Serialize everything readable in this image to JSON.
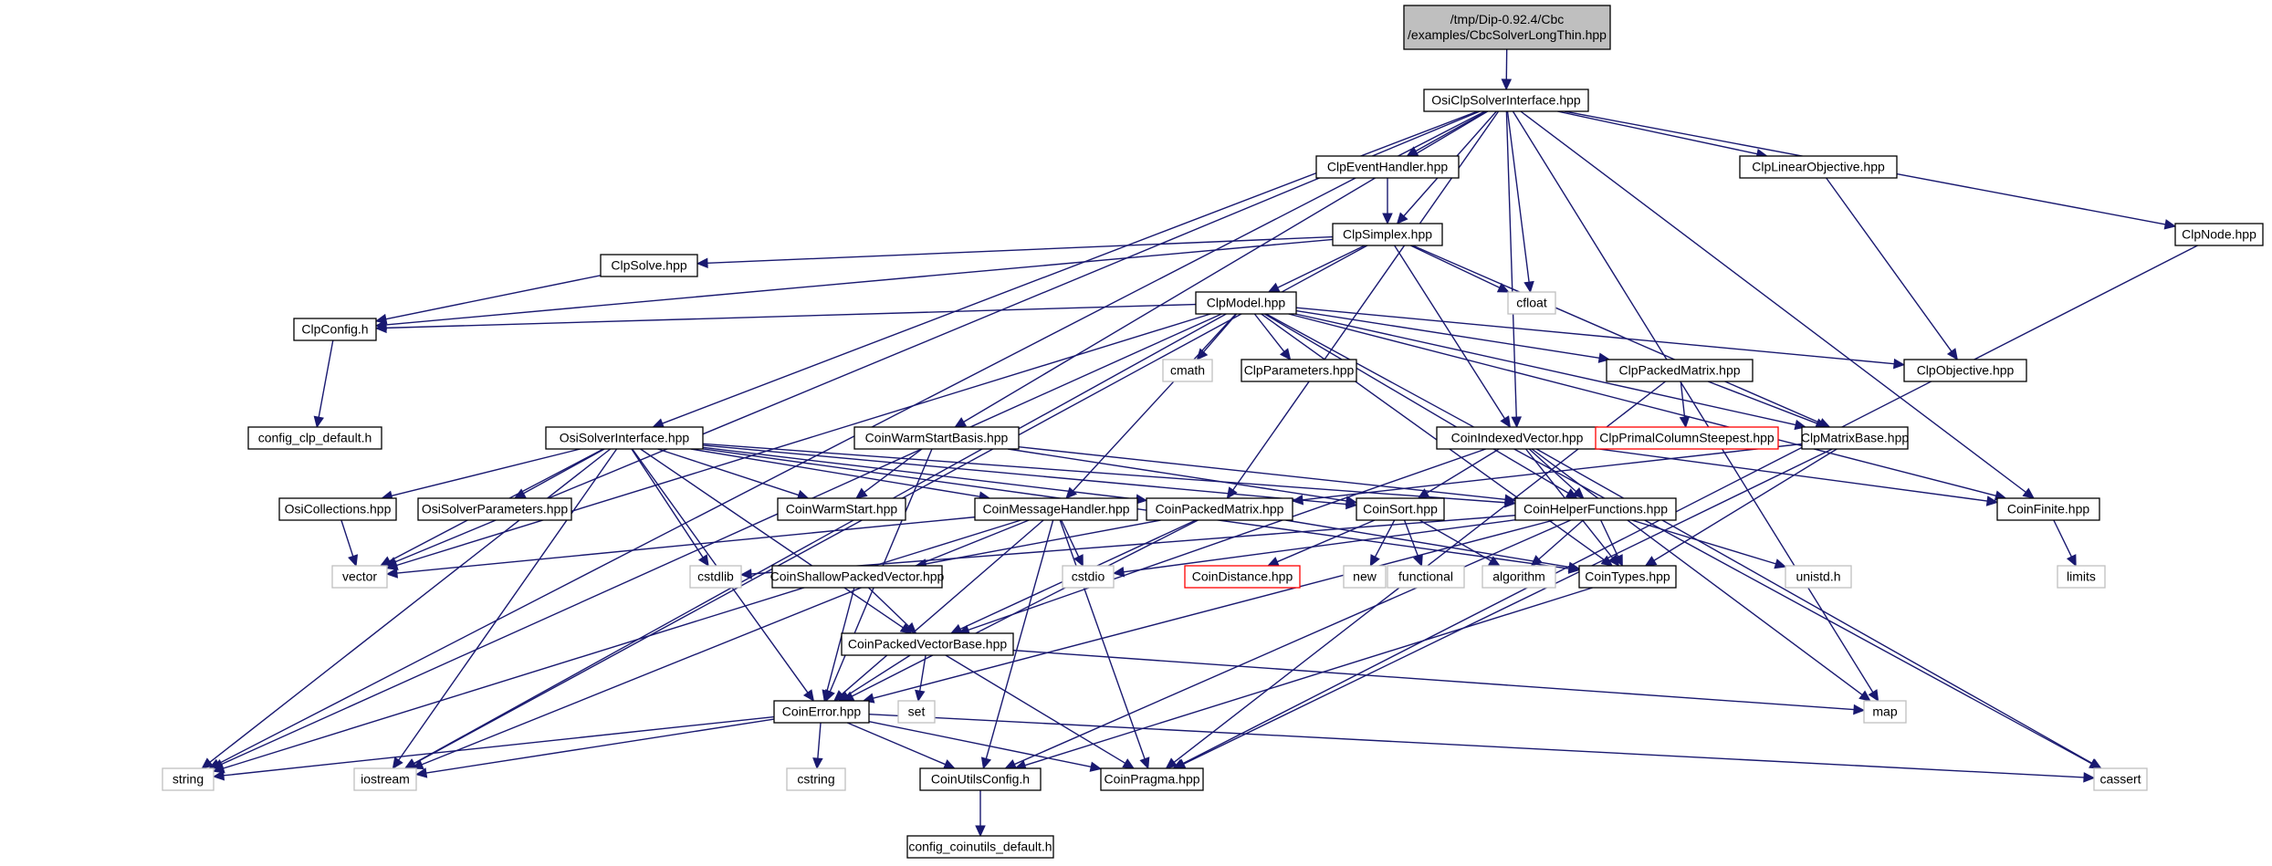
{
  "colors": {
    "edge": "#191970",
    "node_border": "#000000",
    "external_border": "#bfbfbf",
    "missing_border": "#ff0000",
    "root_fill": "#bfbfbf",
    "node_fill": "#ffffff",
    "text": "#000000"
  },
  "nodes": [
    {
      "id": "root",
      "label": [
        "/tmp/Dip-0.92.4/Cbc",
        "/examples/CbcSolverLongThin.hpp"
      ],
      "kind": "root"
    },
    {
      "id": "osiclp",
      "label": [
        "OsiClpSolverInterface.hpp"
      ],
      "kind": "file"
    },
    {
      "id": "clpevent",
      "label": [
        "ClpEventHandler.hpp"
      ],
      "kind": "file"
    },
    {
      "id": "clplinobj",
      "label": [
        "ClpLinearObjective.hpp"
      ],
      "kind": "file"
    },
    {
      "id": "clpnode",
      "label": [
        "ClpNode.hpp"
      ],
      "kind": "file"
    },
    {
      "id": "clpsimplex",
      "label": [
        "ClpSimplex.hpp"
      ],
      "kind": "file"
    },
    {
      "id": "clpsolve",
      "label": [
        "ClpSolve.hpp"
      ],
      "kind": "file"
    },
    {
      "id": "cfloat",
      "label": [
        "cfloat"
      ],
      "kind": "external"
    },
    {
      "id": "clpmodel",
      "label": [
        "ClpModel.hpp"
      ],
      "kind": "file"
    },
    {
      "id": "clpconfig",
      "label": [
        "ClpConfig.h"
      ],
      "kind": "file"
    },
    {
      "id": "cmath",
      "label": [
        "cmath"
      ],
      "kind": "external"
    },
    {
      "id": "clpparams",
      "label": [
        "ClpParameters.hpp"
      ],
      "kind": "file"
    },
    {
      "id": "clppacked",
      "label": [
        "ClpPackedMatrix.hpp"
      ],
      "kind": "file"
    },
    {
      "id": "clpobj",
      "label": [
        "ClpObjective.hpp"
      ],
      "kind": "file"
    },
    {
      "id": "configclp",
      "label": [
        "config_clp_default.h"
      ],
      "kind": "file"
    },
    {
      "id": "osisolver",
      "label": [
        "OsiSolverInterface.hpp"
      ],
      "kind": "file"
    },
    {
      "id": "coinwsb",
      "label": [
        "CoinWarmStartBasis.hpp"
      ],
      "kind": "file"
    },
    {
      "id": "coinidx",
      "label": [
        "CoinIndexedVector.hpp"
      ],
      "kind": "file"
    },
    {
      "id": "clpprimal",
      "label": [
        "ClpPrimalColumnSteepest.hpp"
      ],
      "kind": "missing"
    },
    {
      "id": "clpmatbase",
      "label": [
        "ClpMatrixBase.hpp"
      ],
      "kind": "file"
    },
    {
      "id": "osicoll",
      "label": [
        "OsiCollections.hpp"
      ],
      "kind": "file"
    },
    {
      "id": "osiparams",
      "label": [
        "OsiSolverParameters.hpp"
      ],
      "kind": "file"
    },
    {
      "id": "coinws",
      "label": [
        "CoinWarmStart.hpp"
      ],
      "kind": "file"
    },
    {
      "id": "coinmsg",
      "label": [
        "CoinMessageHandler.hpp"
      ],
      "kind": "file"
    },
    {
      "id": "coinpm",
      "label": [
        "CoinPackedMatrix.hpp"
      ],
      "kind": "file"
    },
    {
      "id": "coinsort",
      "label": [
        "CoinSort.hpp"
      ],
      "kind": "file"
    },
    {
      "id": "coinhelper",
      "label": [
        "CoinHelperFunctions.hpp"
      ],
      "kind": "file"
    },
    {
      "id": "coinfinite",
      "label": [
        "CoinFinite.hpp"
      ],
      "kind": "file"
    },
    {
      "id": "vector",
      "label": [
        "vector"
      ],
      "kind": "external"
    },
    {
      "id": "cstdlib",
      "label": [
        "cstdlib"
      ],
      "kind": "external"
    },
    {
      "id": "coinspv",
      "label": [
        "CoinShallowPackedVector.hpp"
      ],
      "kind": "file"
    },
    {
      "id": "cstdio",
      "label": [
        "cstdio"
      ],
      "kind": "external"
    },
    {
      "id": "coindist",
      "label": [
        "CoinDistance.hpp"
      ],
      "kind": "missing"
    },
    {
      "id": "new",
      "label": [
        "new"
      ],
      "kind": "external"
    },
    {
      "id": "functional",
      "label": [
        "functional"
      ],
      "kind": "external"
    },
    {
      "id": "algorithm",
      "label": [
        "algorithm"
      ],
      "kind": "external"
    },
    {
      "id": "cointypes",
      "label": [
        "CoinTypes.hpp"
      ],
      "kind": "file"
    },
    {
      "id": "unistd",
      "label": [
        "unistd.h"
      ],
      "kind": "external"
    },
    {
      "id": "limits",
      "label": [
        "limits"
      ],
      "kind": "external"
    },
    {
      "id": "coinpvb",
      "label": [
        "CoinPackedVectorBase.hpp"
      ],
      "kind": "file"
    },
    {
      "id": "set",
      "label": [
        "set"
      ],
      "kind": "external"
    },
    {
      "id": "map",
      "label": [
        "map"
      ],
      "kind": "external"
    },
    {
      "id": "coinerror",
      "label": [
        "CoinError.hpp"
      ],
      "kind": "file"
    },
    {
      "id": "string",
      "label": [
        "string"
      ],
      "kind": "external"
    },
    {
      "id": "iostream",
      "label": [
        "iostream"
      ],
      "kind": "external"
    },
    {
      "id": "cstring",
      "label": [
        "cstring"
      ],
      "kind": "external"
    },
    {
      "id": "coinutilsconfig",
      "label": [
        "CoinUtilsConfig.h"
      ],
      "kind": "file"
    },
    {
      "id": "coinpragma",
      "label": [
        "CoinPragma.hpp"
      ],
      "kind": "file"
    },
    {
      "id": "cassert",
      "label": [
        "cassert"
      ],
      "kind": "external"
    },
    {
      "id": "configcoin",
      "label": [
        "config_coinutils_default.h"
      ],
      "kind": "file"
    }
  ],
  "edges": [
    [
      "root",
      "osiclp"
    ],
    [
      "osiclp",
      "clpevent"
    ],
    [
      "osiclp",
      "clplinobj"
    ],
    [
      "osiclp",
      "clpnode"
    ],
    [
      "osiclp",
      "clpsimplex"
    ],
    [
      "osiclp",
      "cfloat"
    ],
    [
      "osiclp",
      "coinidx"
    ],
    [
      "osiclp",
      "coinfinite"
    ],
    [
      "osiclp",
      "map"
    ],
    [
      "osiclp",
      "string"
    ],
    [
      "osiclp",
      "osisolver"
    ],
    [
      "osiclp",
      "coinwsb"
    ],
    [
      "osiclp",
      "coinpm"
    ],
    [
      "osiclp",
      "vector"
    ],
    [
      "clpevent",
      "clpsimplex"
    ],
    [
      "clplinobj",
      "clpobj"
    ],
    [
      "clpnode",
      "coinpragma"
    ],
    [
      "clpsimplex",
      "clpmodel"
    ],
    [
      "clpsimplex",
      "clpsolve"
    ],
    [
      "clpsimplex",
      "cfloat"
    ],
    [
      "clpsimplex",
      "clpconfig"
    ],
    [
      "clpsimplex",
      "coinidx"
    ],
    [
      "clpsimplex",
      "clpmatbase"
    ],
    [
      "clpsimplex",
      "iostream"
    ],
    [
      "clpsolve",
      "clpconfig"
    ],
    [
      "clpmodel",
      "clpconfig"
    ],
    [
      "clpmodel",
      "cmath"
    ],
    [
      "clpmodel",
      "clpparams"
    ],
    [
      "clpmodel",
      "clppacked"
    ],
    [
      "clpmodel",
      "clpobj"
    ],
    [
      "clpmodel",
      "clpmatbase"
    ],
    [
      "clpmodel",
      "coinmsg"
    ],
    [
      "clpmodel",
      "coinhelper"
    ],
    [
      "clpmodel",
      "cointypes"
    ],
    [
      "clpmodel",
      "coinfinite"
    ],
    [
      "clpmodel",
      "vector"
    ],
    [
      "clpmodel",
      "string"
    ],
    [
      "clpmodel",
      "iostream"
    ],
    [
      "clpmodel",
      "cassert"
    ],
    [
      "clpconfig",
      "configclp"
    ],
    [
      "clppacked",
      "clpprimal"
    ],
    [
      "clppacked",
      "clpmatbase"
    ],
    [
      "clppacked",
      "coinpragma"
    ],
    [
      "clpmatbase",
      "coinpm"
    ],
    [
      "clpmatbase",
      "cointypes"
    ],
    [
      "clpmatbase",
      "coinpragma"
    ],
    [
      "osisolver",
      "osicoll"
    ],
    [
      "osisolver",
      "osiparams"
    ],
    [
      "osisolver",
      "coinws"
    ],
    [
      "osisolver",
      "coinmsg"
    ],
    [
      "osisolver",
      "coinpm"
    ],
    [
      "osisolver",
      "coinsort"
    ],
    [
      "osisolver",
      "coinhelper"
    ],
    [
      "osisolver",
      "cointypes"
    ],
    [
      "osisolver",
      "vector"
    ],
    [
      "osisolver",
      "cstdlib"
    ],
    [
      "osisolver",
      "coinpvb"
    ],
    [
      "osisolver",
      "coinerror"
    ],
    [
      "osisolver",
      "string"
    ],
    [
      "osisolver",
      "iostream"
    ],
    [
      "coinwsb",
      "coinws"
    ],
    [
      "coinwsb",
      "coinsort"
    ],
    [
      "coinwsb",
      "coinhelper"
    ],
    [
      "coinwsb",
      "coinerror"
    ],
    [
      "coinidx",
      "coinfinite"
    ],
    [
      "coinidx",
      "coinsort"
    ],
    [
      "coinidx",
      "coinhelper"
    ],
    [
      "coinidx",
      "cassert"
    ],
    [
      "coinidx",
      "map"
    ],
    [
      "coinidx",
      "coinpvb"
    ],
    [
      "coinidx",
      "cointypes"
    ],
    [
      "osicoll",
      "vector"
    ],
    [
      "coinmsg",
      "cstdio"
    ],
    [
      "coinmsg",
      "vector"
    ],
    [
      "coinmsg",
      "coinpragma"
    ],
    [
      "coinmsg",
      "coinutilsconfig"
    ],
    [
      "coinmsg",
      "string"
    ],
    [
      "coinmsg",
      "iostream"
    ],
    [
      "coinmsg",
      "coinerror"
    ],
    [
      "coinpm",
      "coinspv"
    ],
    [
      "coinpm",
      "coinpvb"
    ],
    [
      "coinpm",
      "coinerror"
    ],
    [
      "coinpm",
      "cointypes"
    ],
    [
      "coinsort",
      "coindist"
    ],
    [
      "coinsort",
      "new"
    ],
    [
      "coinsort",
      "functional"
    ],
    [
      "coinsort",
      "algorithm"
    ],
    [
      "coinhelper",
      "cstdlib"
    ],
    [
      "coinhelper",
      "cstdio"
    ],
    [
      "coinhelper",
      "algorithm"
    ],
    [
      "coinhelper",
      "cointypes"
    ],
    [
      "coinhelper",
      "unistd"
    ],
    [
      "coinhelper",
      "coinutilsconfig"
    ],
    [
      "coinhelper",
      "coinerror"
    ],
    [
      "coinfinite",
      "limits"
    ],
    [
      "coinspv",
      "coinpvb"
    ],
    [
      "coinspv",
      "coinerror"
    ],
    [
      "cointypes",
      "coinutilsconfig"
    ],
    [
      "coinpvb",
      "coinerror"
    ],
    [
      "coinpvb",
      "set"
    ],
    [
      "coinpvb",
      "map"
    ],
    [
      "coinpvb",
      "coinpragma"
    ],
    [
      "coinerror",
      "string"
    ],
    [
      "coinerror",
      "iostream"
    ],
    [
      "coinerror",
      "cstring"
    ],
    [
      "coinerror",
      "coinutilsconfig"
    ],
    [
      "coinerror",
      "coinpragma"
    ],
    [
      "coinerror",
      "cassert"
    ],
    [
      "coinutilsconfig",
      "configcoin"
    ]
  ]
}
